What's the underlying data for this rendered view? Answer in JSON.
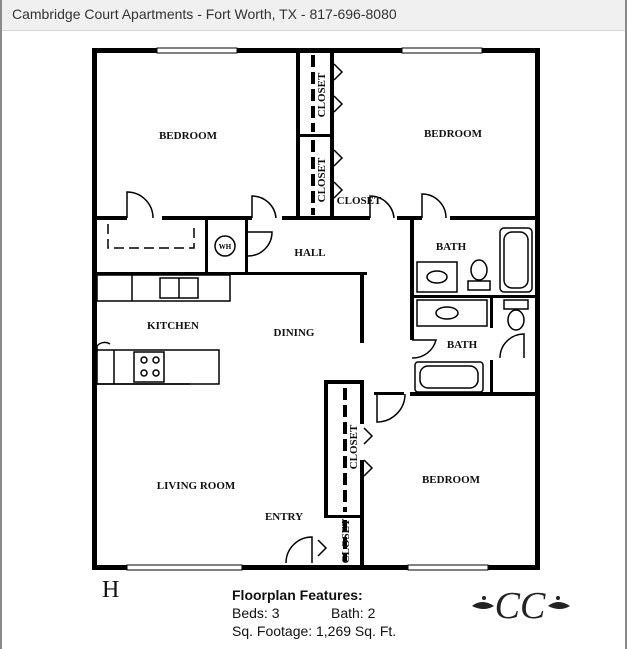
{
  "window": {
    "title": "Cambridge Court Apartments - Fort Worth, TX - 817-696-8080"
  },
  "floorplan": {
    "letter": "H",
    "rooms": {
      "bedroom_nw": "BEDROOM",
      "bedroom_ne": "BEDROOM",
      "bedroom_se": "BEDROOM",
      "closet_1": "CLOSET",
      "closet_2": "CLOSET",
      "closet_3": "CLOSET",
      "closet_4": "CLOSET",
      "closet_5": "CLOSET",
      "hall": "HALL",
      "bath_1": "BATH",
      "bath_2": "BATH",
      "kitchen": "KITCHEN",
      "dining": "DINING",
      "living_room": "LIVING ROOM",
      "entry": "ENTRY",
      "water_heater": "WH"
    }
  },
  "features": {
    "heading": "Floorplan Features:",
    "beds_label": "Beds: 3",
    "bath_label": "Bath: 2",
    "sqft_label": "Sq. Footage:",
    "sqft_value": "1,269 Sq. Ft."
  },
  "logo": {
    "monogram": "CC"
  }
}
